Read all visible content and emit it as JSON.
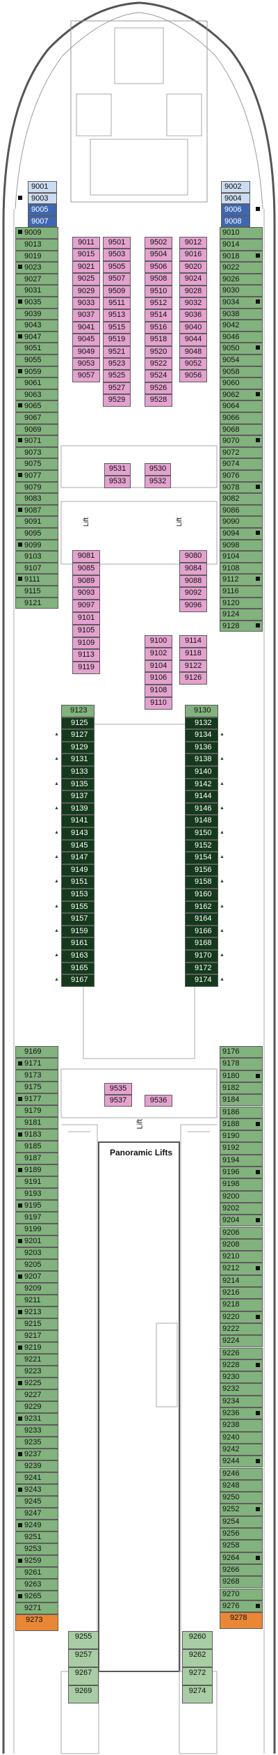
{
  "deck_plan": {
    "lifts_label": "Lift",
    "panoramic_lifts_label": "Panoramic Lifts",
    "accessible_marker": "H",
    "colors": {
      "balcony_green": "#82b27d",
      "inside_pink": "#e4a2cf",
      "dark_green": "#143a1b",
      "blue_light": "#ccdcf0",
      "blue_dark": "#3e67b2",
      "orange": "#e88736",
      "hull": "#555555"
    },
    "left_outer_column": [
      "9001",
      "9003",
      "9005",
      "9007",
      "9009",
      "9013",
      "9019",
      "9023",
      "9027",
      "9031",
      "9035",
      "9039",
      "9043",
      "9047",
      "9051",
      "9055",
      "9059",
      "9061",
      "9063",
      "9065",
      "9067",
      "9069",
      "9071",
      "9073",
      "9075",
      "9077",
      "9079",
      "9083",
      "9087",
      "9091",
      "9095",
      "9099",
      "9103",
      "9107",
      "9111",
      "9115",
      "9121"
    ],
    "right_outer_column": [
      "9002",
      "9004",
      "9006",
      "9008",
      "9010",
      "9014",
      "9018",
      "9022",
      "9026",
      "9030",
      "9034",
      "9038",
      "9042",
      "9046",
      "9050",
      "9054",
      "9058",
      "9060",
      "9062",
      "9064",
      "9066",
      "9068",
      "9070",
      "9072",
      "9074",
      "9076",
      "9078",
      "9082",
      "9086",
      "9090",
      "9094",
      "9098",
      "9104",
      "9108",
      "9112",
      "9116",
      "9120",
      "9124",
      "9128"
    ],
    "fwd_inside_cols": [
      [
        "9011",
        "9015",
        "9021",
        "9025",
        "9029",
        "9033",
        "9037",
        "9041",
        "9045",
        "9049",
        "9053",
        "9057"
      ],
      [
        "9501",
        "9503",
        "9505",
        "9507",
        "9509",
        "9511",
        "9513",
        "9515",
        "9519",
        "9521",
        "9523",
        "9525",
        "9527",
        "9529"
      ],
      [
        "9502",
        "9504",
        "9506",
        "9508",
        "9510",
        "9512",
        "9514",
        "9516",
        "9518",
        "9520",
        "9522",
        "9524",
        "9526",
        "9528"
      ],
      [
        "9012",
        "9016",
        "9020",
        "9024",
        "9028",
        "9032",
        "9036",
        "9040",
        "9044",
        "9048",
        "9052",
        "9056"
      ]
    ],
    "mid_inside_pairs": [
      [
        "9531",
        "9530"
      ],
      [
        "9533",
        "9532"
      ]
    ],
    "left_inside_mid": [
      "9081",
      "9085",
      "9089",
      "9093",
      "9097",
      "9101",
      "9105",
      "9109",
      "9113",
      "9119"
    ],
    "right_inside_mid": [
      "9080",
      "9084",
      "9088",
      "9092",
      "9096"
    ],
    "center_inside_mid": [
      [
        "9100",
        "9114"
      ],
      [
        "9102",
        "9118"
      ],
      [
        "9104",
        "9122"
      ],
      [
        "9106",
        "9126"
      ],
      [
        "9108"
      ],
      [
        "9110"
      ]
    ],
    "left_suites": [
      "9123",
      "9125",
      "9127",
      "9129",
      "9131",
      "9133",
      "9135",
      "9137",
      "9139",
      "9141",
      "9143",
      "9145",
      "9147",
      "9149",
      "9151",
      "9153",
      "9155",
      "9157",
      "9159",
      "9161",
      "9163",
      "9165",
      "9167"
    ],
    "right_suites": [
      "9130",
      "9132",
      "9134",
      "9136",
      "9138",
      "9140",
      "9142",
      "9144",
      "9146",
      "9148",
      "9150",
      "9152",
      "9154",
      "9156",
      "9158",
      "9160",
      "9162",
      "9164",
      "9166",
      "9168",
      "9170",
      "9172",
      "9174"
    ],
    "aft_center": [
      "9535",
      "9537",
      "9536"
    ],
    "left_aft": [
      "9169",
      "9171",
      "9173",
      "9175",
      "9177",
      "9179",
      "9181",
      "9183",
      "9185",
      "9187",
      "9189",
      "9191",
      "9193",
      "9195",
      "9197",
      "9199",
      "9201",
      "9203",
      "9205",
      "9207",
      "9209",
      "9211",
      "9213",
      "9215",
      "9217",
      "9219",
      "9221",
      "9223",
      "9225",
      "9227",
      "9229",
      "9231",
      "9233",
      "9235",
      "9237",
      "9239",
      "9241",
      "9243",
      "9245",
      "9247",
      "9249",
      "9251",
      "9253",
      "9259",
      "9261",
      "9263",
      "9265",
      "9271",
      "9273"
    ],
    "right_aft": [
      "9176",
      "9178",
      "9180",
      "9182",
      "9184",
      "9186",
      "9188",
      "9190",
      "9192",
      "9194",
      "9196",
      "9198",
      "9200",
      "9202",
      "9204",
      "9206",
      "9208",
      "9210",
      "9212",
      "9214",
      "9216",
      "9218",
      "9220",
      "9222",
      "9224",
      "9226",
      "9228",
      "9230",
      "9232",
      "9234",
      "9236",
      "9238",
      "9240",
      "9242",
      "9244",
      "9246",
      "9248",
      "9250",
      "9252",
      "9254",
      "9256",
      "9258",
      "9264",
      "9266",
      "9268",
      "9270",
      "9276",
      "9278"
    ],
    "left_stern_inner": [
      "9255",
      "9257",
      "9267",
      "9269"
    ],
    "right_stern_inner": [
      "9260",
      "9262",
      "9272",
      "9274"
    ]
  }
}
